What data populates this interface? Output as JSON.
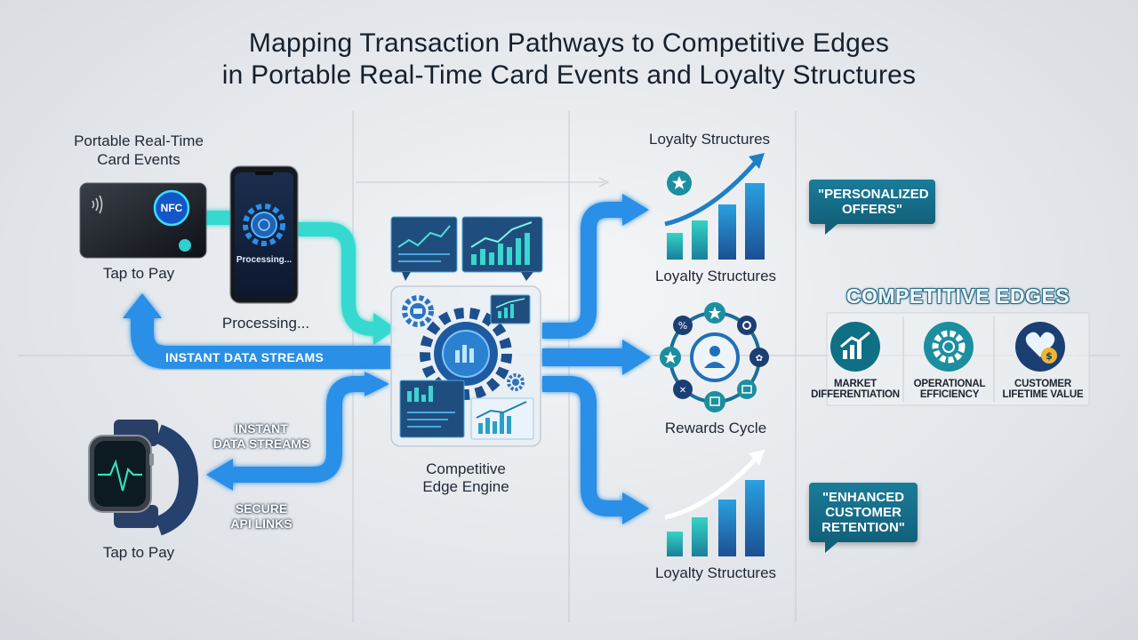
{
  "title": {
    "line1": "Mapping Transaction Pathways to Competitive Edges",
    "line2": "in Portable Real-Time Card Events and Loyalty Structures"
  },
  "left": {
    "card_events_line1": "Portable Real-Time",
    "card_events_line2": "Card Events",
    "nfc_badge": "NFC",
    "tap_to_pay_card": "Tap to Pay",
    "phone_screen": "Processing...",
    "processing_label": "Processing...",
    "tap_to_pay_watch": "Tap to Pay"
  },
  "streams": {
    "main": "INSTANT DATA STREAMS",
    "lower_line1": "INSTANT",
    "lower_line2": "DATA STREAMS",
    "secure_line1": "SECURE",
    "secure_line2": "API LINKS"
  },
  "engine": {
    "label_line1": "Competitive",
    "label_line2": "Edge Engine"
  },
  "right": {
    "loyalty_header": "Loyalty Structures",
    "loyalty_top": "Loyalty Structures",
    "rewards_cycle": "Rewards Cycle",
    "loyalty_bottom": "Loyalty Structures",
    "quote1_line1": "\"PERSONALIZED",
    "quote1_line2": "OFFERS\"",
    "quote2_line1": "\"ENHANCED",
    "quote2_line2": "CUSTOMER",
    "quote2_line3": "RETENTION\""
  },
  "edges": {
    "title": "COMPETITIVE EDGES",
    "items": [
      {
        "line1": "MARKET",
        "line2": "DIFFERENTIATION",
        "icon": "trend-up-chart-icon"
      },
      {
        "line1": "OPERATIONAL",
        "line2": "EFFICIENCY",
        "icon": "gear-icon"
      },
      {
        "line1": "CUSTOMER",
        "line2": "LIFETIME VALUE",
        "icon": "heart-dollar-icon"
      }
    ]
  },
  "colors": {
    "cyan_flow": "#31d6d0",
    "blue_flow": "#2a8fe6",
    "teal": "#1b8fa0",
    "navy": "#1b3f73",
    "dark_teal": "#12607a"
  }
}
